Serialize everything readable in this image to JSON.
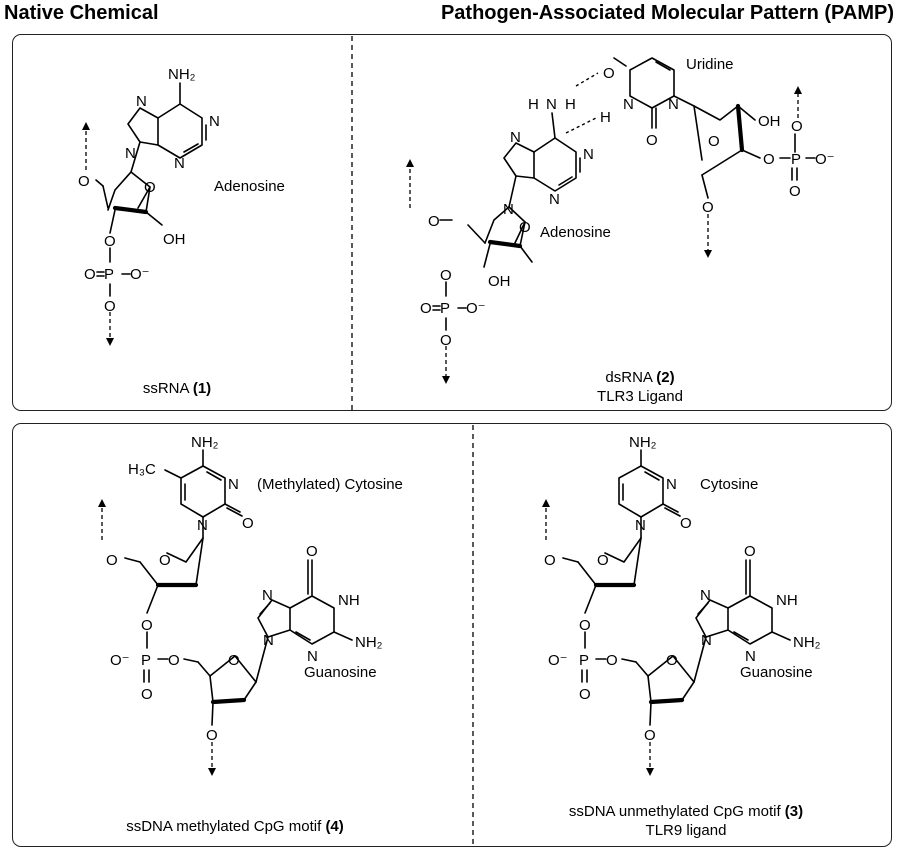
{
  "headers": {
    "left": "Native Chemical",
    "right": "Pathogen-Associated Molecular Pattern (PAMP)"
  },
  "panels": {
    "ssrna": {
      "base_label": "Adenosine",
      "caption_text": "ssRNA ",
      "caption_number": "(1)"
    },
    "dsrna": {
      "base_label_top": "Uridine",
      "base_label_bottom": "Adenosine",
      "caption_text": "dsRNA ",
      "caption_number": "(2)",
      "caption_line2": "TLR3 Ligand"
    },
    "methylated": {
      "base_label_top": "(Methylated) Cytosine",
      "base_label_bottom": "Guanosine",
      "caption_text": "ssDNA methylated CpG motif ",
      "caption_number": "(4)"
    },
    "unmethylated": {
      "base_label_top": "Cytosine",
      "base_label_bottom": "Guanosine",
      "caption_text": "ssDNA unmethylated CpG motif ",
      "caption_number": "(3)",
      "caption_line2": "TLR9 ligand"
    }
  },
  "atoms": {
    "N": "N",
    "O": "O",
    "H": "H",
    "P": "P",
    "NH": "NH",
    "NH2": "NH₂",
    "H3C": "H₃C",
    "OH": "OH",
    "Ominus": "O⁻"
  }
}
